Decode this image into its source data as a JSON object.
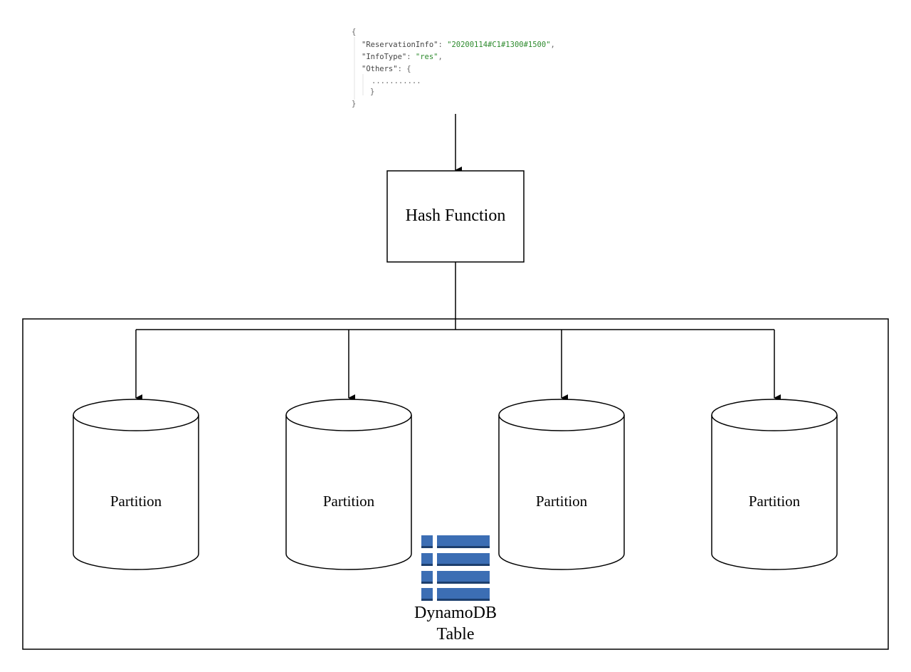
{
  "json_snippet": {
    "open_brace": "{",
    "lines": [
      {
        "key": "\"ReservationInfo\"",
        "sep": ": ",
        "value": "\"20200114#C1#1300#1500\"",
        "end": ","
      },
      {
        "key": "\"InfoType\"",
        "sep": ": ",
        "value": "\"res\"",
        "end": ","
      },
      {
        "key": "\"Others\"",
        "sep": ": ",
        "value": "{",
        "end": ""
      }
    ],
    "ellipsis": "...........",
    "inner_close": "}",
    "close_brace": "}"
  },
  "hash_function": {
    "label": "Hash Function"
  },
  "partitions": [
    {
      "label": "Partition"
    },
    {
      "label": "Partition"
    },
    {
      "label": "Partition"
    },
    {
      "label": "Partition"
    }
  ],
  "table": {
    "label_line1": "DynamoDB",
    "label_line2": "Table",
    "icon": "dynamodb-table-icon",
    "icon_color": "#3c6eb4"
  }
}
